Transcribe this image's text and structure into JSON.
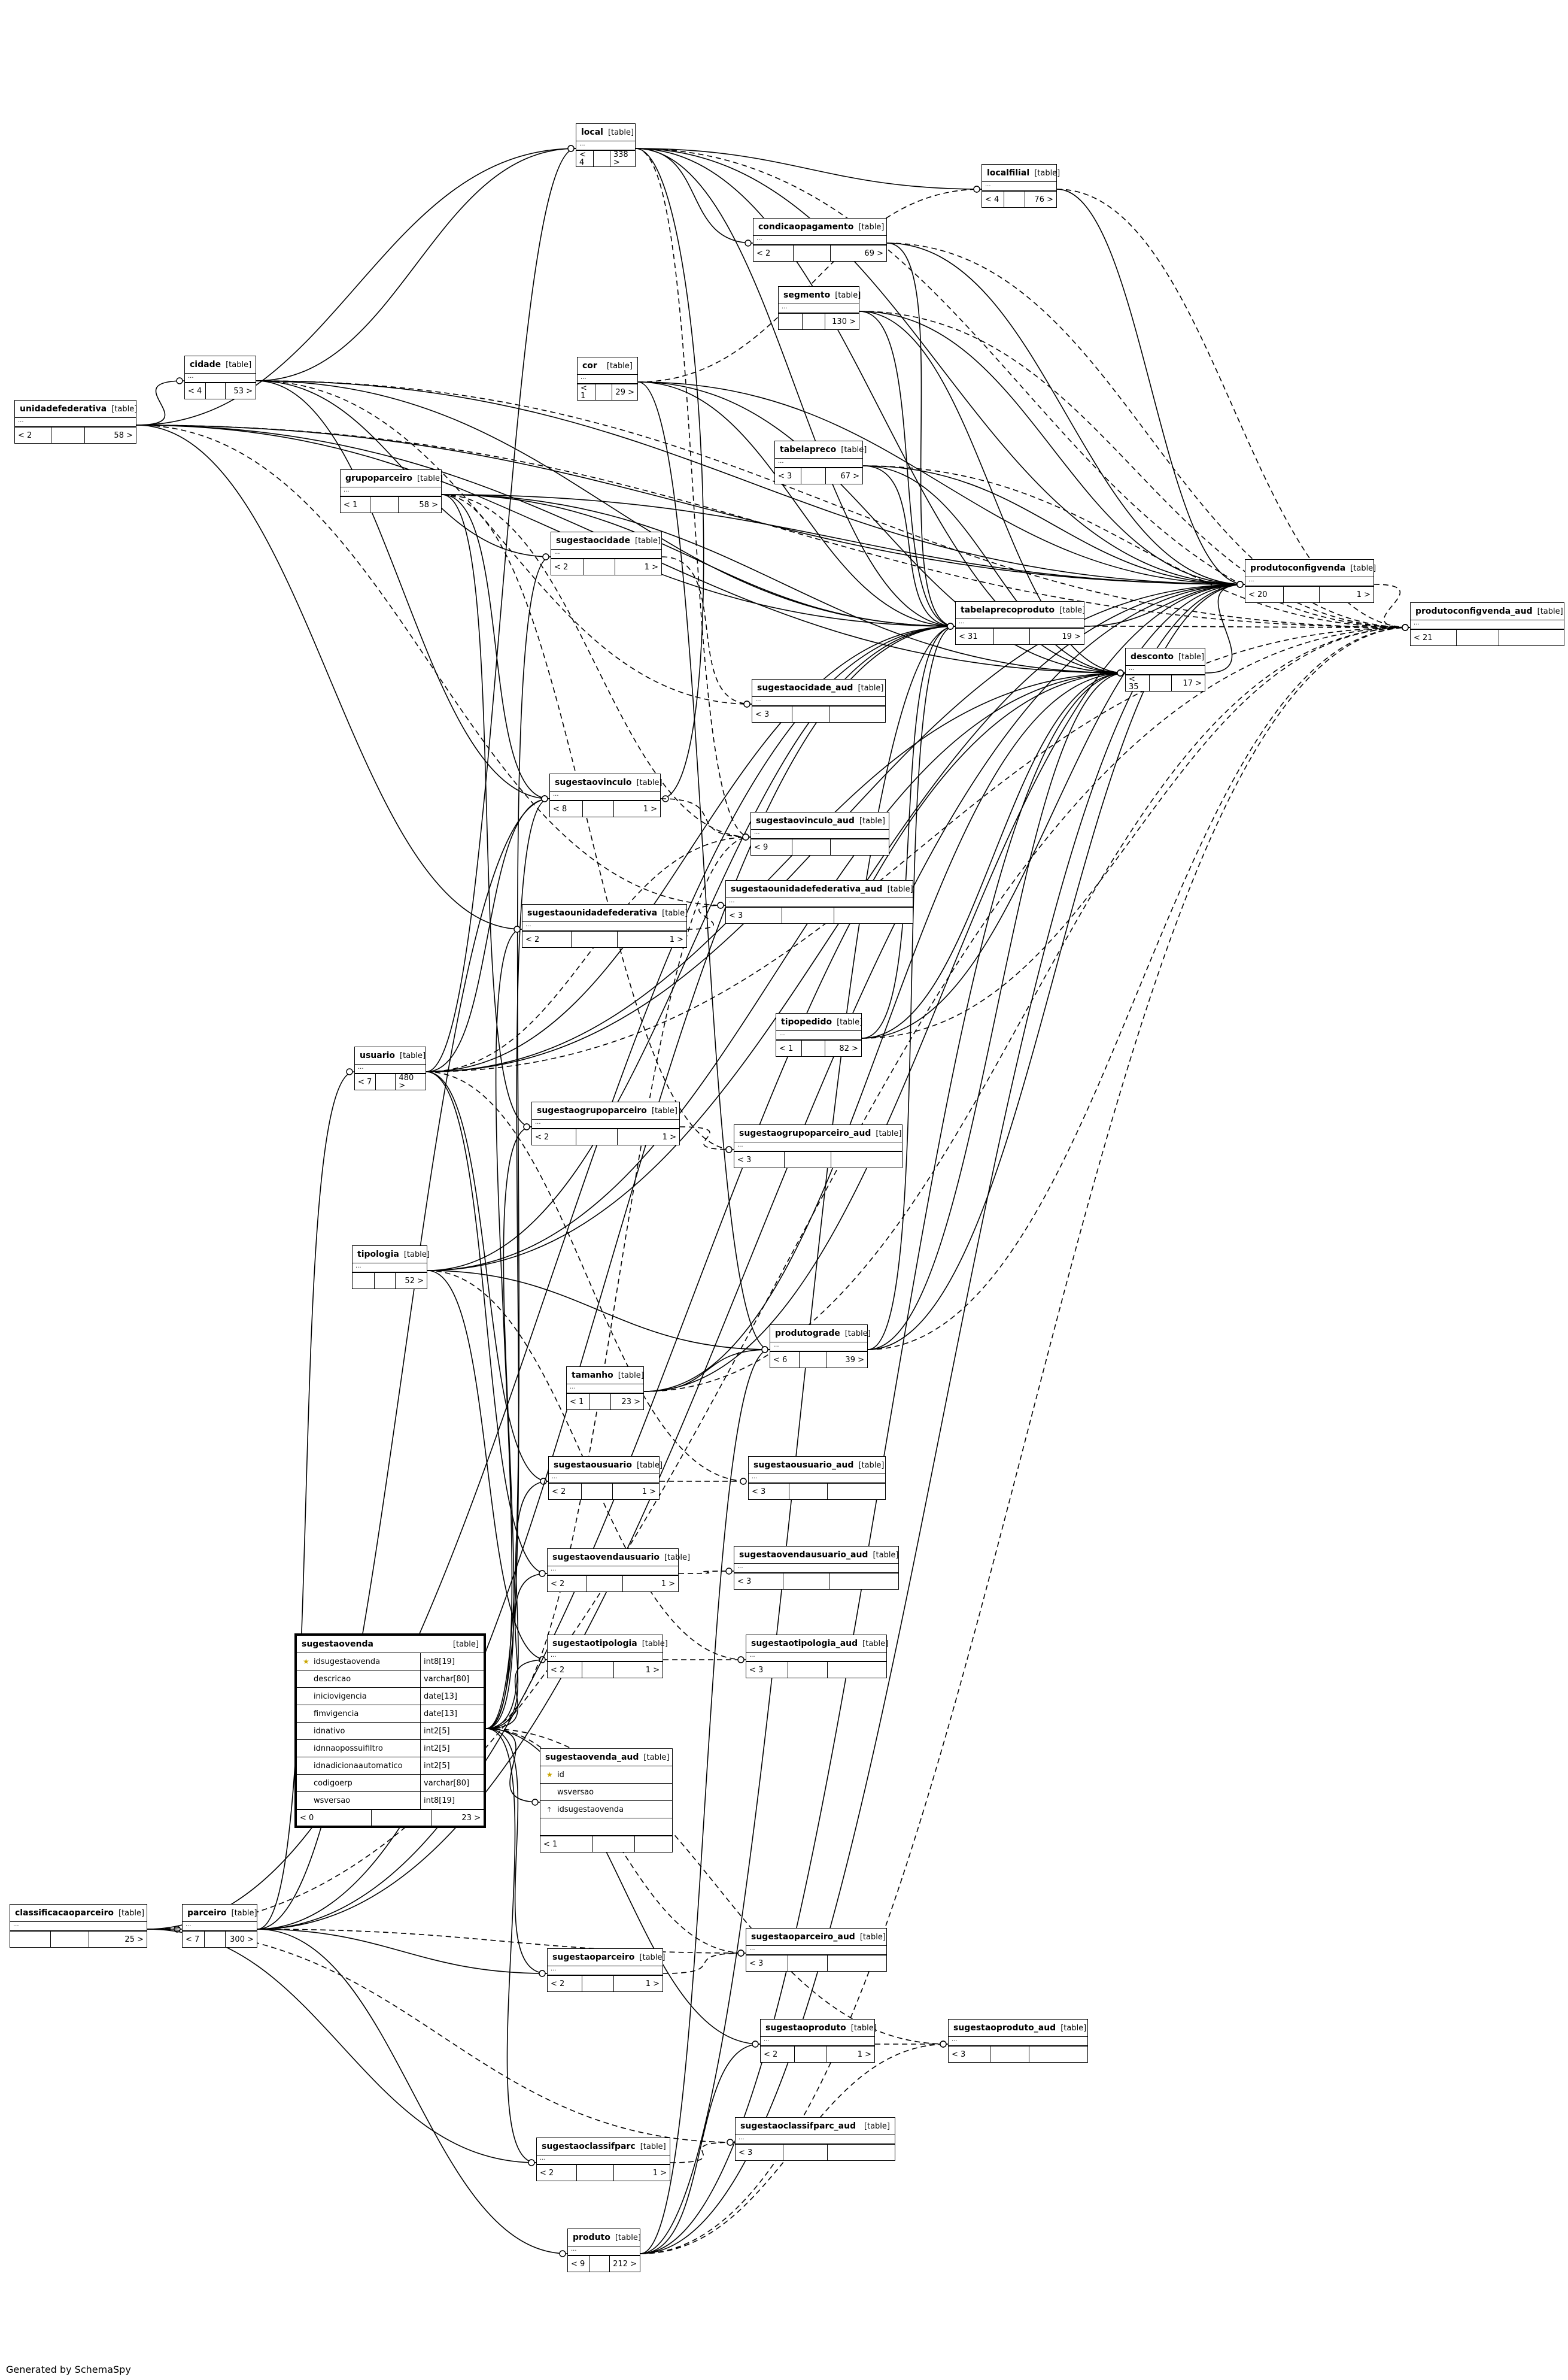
{
  "footer": "Generated by SchemaSpy",
  "kind_label": "[table]",
  "ellipsis": "...",
  "tables": [
    {
      "id": "local",
      "name": "local",
      "parents": "< 4",
      "children": "338 >"
    },
    {
      "id": "localfilial",
      "name": "localfilial",
      "parents": "< 4",
      "children": "76 >"
    },
    {
      "id": "condicaopagamento",
      "name": "condicaopagamento",
      "parents": "< 2",
      "children": "69 >"
    },
    {
      "id": "segmento",
      "name": "segmento",
      "parents": "",
      "children": "130 >"
    },
    {
      "id": "cidade",
      "name": "cidade",
      "parents": "< 4",
      "children": "53 >"
    },
    {
      "id": "cor",
      "name": "cor",
      "parents": "< 1",
      "children": "29 >"
    },
    {
      "id": "unidadefederativa",
      "name": "unidadefederativa",
      "parents": "< 2",
      "children": "58 >"
    },
    {
      "id": "tabelapreco",
      "name": "tabelapreco",
      "parents": "< 3",
      "children": "67 >"
    },
    {
      "id": "grupoparceiro",
      "name": "grupoparceiro",
      "parents": "< 1",
      "children": "58 >"
    },
    {
      "id": "sugestaocidade",
      "name": "sugestaocidade",
      "parents": "< 2",
      "children": "1 >"
    },
    {
      "id": "produtoconfigvenda",
      "name": "produtoconfigvenda",
      "parents": "< 20",
      "children": "1 >"
    },
    {
      "id": "produtoconfigvenda_aud",
      "name": "produtoconfigvenda_aud",
      "parents": "< 21",
      "children": ""
    },
    {
      "id": "tabelaprecoproduto",
      "name": "tabelaprecoproduto",
      "parents": "< 31",
      "children": "19 >"
    },
    {
      "id": "desconto",
      "name": "desconto",
      "parents": "< 35",
      "children": "17 >"
    },
    {
      "id": "sugestaocidade_aud",
      "name": "sugestaocidade_aud",
      "parents": "< 3",
      "children": ""
    },
    {
      "id": "sugestaovinculo",
      "name": "sugestaovinculo",
      "parents": "< 8",
      "children": "1 >"
    },
    {
      "id": "sugestaovinculo_aud",
      "name": "sugestaovinculo_aud",
      "parents": "< 9",
      "children": ""
    },
    {
      "id": "sugestaounidadefederativa_aud",
      "name": "sugestaounidadefederativa_aud",
      "parents": "< 3",
      "children": ""
    },
    {
      "id": "sugestaounidadefederativa",
      "name": "sugestaounidadefederativa",
      "parents": "< 2",
      "children": "1 >"
    },
    {
      "id": "tipopedido",
      "name": "tipopedido",
      "parents": "< 1",
      "children": "82 >"
    },
    {
      "id": "usuario",
      "name": "usuario",
      "parents": "< 7",
      "children": "480 >"
    },
    {
      "id": "sugestaogrupoparceiro",
      "name": "sugestaogrupoparceiro",
      "parents": "< 2",
      "children": "1 >"
    },
    {
      "id": "sugestaogrupoparceiro_aud",
      "name": "sugestaogrupoparceiro_aud",
      "parents": "< 3",
      "children": ""
    },
    {
      "id": "tipologia",
      "name": "tipologia",
      "parents": "",
      "children": "52 >"
    },
    {
      "id": "produtograde",
      "name": "produtograde",
      "parents": "< 6",
      "children": "39 >"
    },
    {
      "id": "tamanho",
      "name": "tamanho",
      "parents": "< 1",
      "children": "23 >"
    },
    {
      "id": "sugestaousuario",
      "name": "sugestaousuario",
      "parents": "< 2",
      "children": "1 >"
    },
    {
      "id": "sugestaousuario_aud",
      "name": "sugestaousuario_aud",
      "parents": "< 3",
      "children": ""
    },
    {
      "id": "sugestaovendausuario",
      "name": "sugestaovendausuario",
      "parents": "< 2",
      "children": "1 >"
    },
    {
      "id": "sugestaovendausuario_aud",
      "name": "sugestaovendausuario_aud",
      "parents": "< 3",
      "children": ""
    },
    {
      "id": "sugestaotipologia",
      "name": "sugestaotipologia",
      "parents": "< 2",
      "children": "1 >"
    },
    {
      "id": "sugestaotipologia_aud",
      "name": "sugestaotipologia_aud",
      "parents": "< 3",
      "children": ""
    },
    {
      "id": "classificacaoparceiro",
      "name": "classificacaoparceiro",
      "parents": "",
      "children": "25 >"
    },
    {
      "id": "parceiro",
      "name": "parceiro",
      "parents": "< 7",
      "children": "300 >"
    },
    {
      "id": "sugestaoparceiro_aud",
      "name": "sugestaoparceiro_aud",
      "parents": "< 3",
      "children": ""
    },
    {
      "id": "sugestaoparceiro",
      "name": "sugestaoparceiro",
      "parents": "< 2",
      "children": "1 >"
    },
    {
      "id": "sugestaoproduto",
      "name": "sugestaoproduto",
      "parents": "< 2",
      "children": "1 >"
    },
    {
      "id": "sugestaoproduto_aud",
      "name": "sugestaoproduto_aud",
      "parents": "< 3",
      "children": ""
    },
    {
      "id": "sugestaoclassifparc_aud",
      "name": "sugestaoclassifparc_aud",
      "parents": "< 3",
      "children": ""
    },
    {
      "id": "sugestaoclassifparc",
      "name": "sugestaoclassifparc",
      "parents": "< 2",
      "children": "1 >"
    },
    {
      "id": "produto",
      "name": "produto",
      "parents": "< 9",
      "children": "212 >"
    }
  ],
  "focus": {
    "name": "sugestaovenda",
    "columns": [
      {
        "name": "idsugestaovenda",
        "type": "int8[19]",
        "pk": true
      },
      {
        "name": "descricao",
        "type": "varchar[80]"
      },
      {
        "name": "iniciovigencia",
        "type": "date[13]"
      },
      {
        "name": "fimvigencia",
        "type": "date[13]"
      },
      {
        "name": "idnativo",
        "type": "int2[5]"
      },
      {
        "name": "idnnaopossuifiltro",
        "type": "int2[5]"
      },
      {
        "name": "idnadicionaautomatico",
        "type": "int2[5]"
      },
      {
        "name": "codigoerp",
        "type": "varchar[80]"
      },
      {
        "name": "wsversao",
        "type": "int8[19]"
      }
    ],
    "parents": "< 0",
    "children": "23 >"
  },
  "aud": {
    "name": "sugestaovenda_aud",
    "columns": [
      {
        "name": "id",
        "pk": true
      },
      {
        "name": "wsversao"
      },
      {
        "name": "idsugestaovenda",
        "fk": true
      }
    ],
    "parents": "< 1"
  }
}
